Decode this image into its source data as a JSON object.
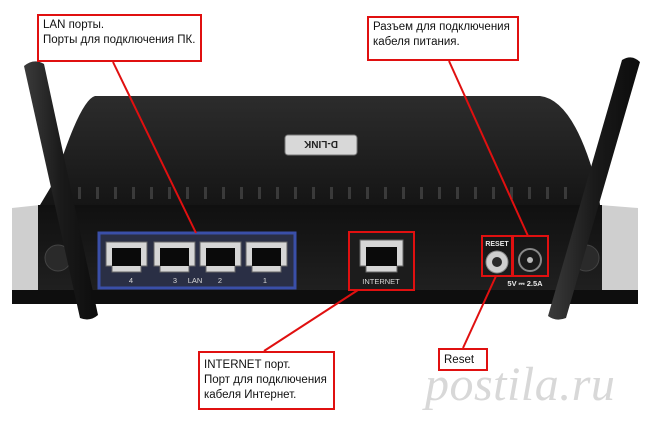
{
  "callouts": {
    "lan": {
      "title": "LAN порты.",
      "description": "Порты для подключения ПК."
    },
    "power": {
      "line1": "Разъем для подключения",
      "line2": "кабеля питания."
    },
    "internet": {
      "title": "INTERNET порт.",
      "line1": "Порт для подключения",
      "line2": "кабеля Интернет."
    },
    "reset": {
      "title": "Reset"
    }
  },
  "device": {
    "brand": "D-LINK",
    "lan_port_numbers": [
      "4",
      "3",
      "2",
      "1"
    ],
    "lan_label": "LAN",
    "internet_label": "INTERNET",
    "reset_label": "RESET",
    "power_rating": "5V ⎓ 2.5A"
  },
  "watermark": "postila.ru",
  "colors": {
    "callout_border": "#e01010",
    "port_frame": "#3a4fa8",
    "router_body": "#1a1a1a"
  }
}
